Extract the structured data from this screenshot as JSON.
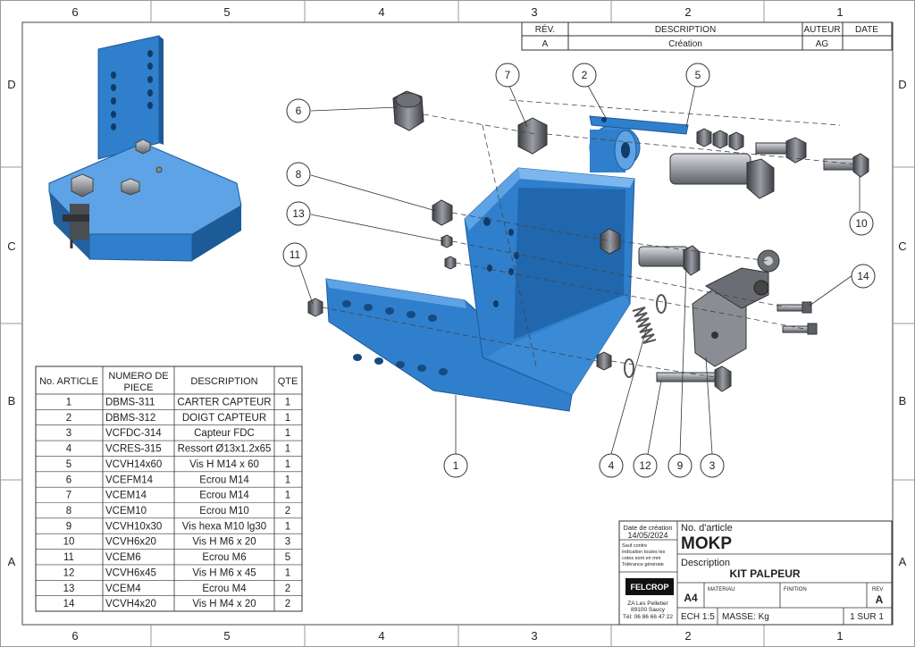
{
  "frame": {
    "columns": [
      "6",
      "5",
      "4",
      "3",
      "2",
      "1"
    ],
    "rows": [
      "D",
      "C",
      "B",
      "A"
    ]
  },
  "revision_table": {
    "headers": [
      "RÉV.",
      "DESCRIPTION",
      "AUTEUR",
      "DATE"
    ],
    "rows": [
      [
        "A",
        "Création",
        "AG",
        ""
      ]
    ]
  },
  "bom": {
    "headers": [
      "No. ARTICLE",
      "NUMERO DE PIECE",
      "DESCRIPTION",
      "QTE"
    ],
    "rows": [
      [
        "1",
        "DBMS-311",
        "CARTER CAPTEUR",
        "1"
      ],
      [
        "2",
        "DBMS-312",
        "DOIGT CAPTEUR",
        "1"
      ],
      [
        "3",
        "VCFDC-314",
        "Capteur FDC",
        "1"
      ],
      [
        "4",
        "VCRES-315",
        "Ressort Ø13x1.2x65",
        "1"
      ],
      [
        "5",
        "VCVH14x60",
        "Vis H M14 x 60",
        "1"
      ],
      [
        "6",
        "VCEFM14",
        "Ecrou M14",
        "1"
      ],
      [
        "7",
        "VCEM14",
        "Ecrou M14",
        "1"
      ],
      [
        "8",
        "VCEM10",
        "Ecrou M10",
        "2"
      ],
      [
        "9",
        "VCVH10x30",
        "Vis hexa M10 lg30",
        "1"
      ],
      [
        "10",
        "VCVH6x20",
        "Vis H M6 x 20",
        "3"
      ],
      [
        "11",
        "VCEM6",
        "Ecrou M6",
        "5"
      ],
      [
        "12",
        "VCVH6x45",
        "Vis H M6 x 45",
        "1"
      ],
      [
        "13",
        "VCEM4",
        "Ecrou M4",
        "2"
      ],
      [
        "14",
        "VCVH4x20",
        "Vis H M4 x 20",
        "2"
      ]
    ]
  },
  "balloons": [
    "1",
    "2",
    "3",
    "4",
    "5",
    "6",
    "7",
    "8",
    "9",
    "10",
    "11",
    "12",
    "13",
    "14"
  ],
  "title_block": {
    "date_label": "Date de création",
    "date": "14/05/2024",
    "note_1": "Sauf contre",
    "note_2": "indication toutes les",
    "note_3": "cotes sont en mm",
    "note_4": "Tolérance générale",
    "logo": "FELCROP",
    "address_1": "ZA Les Pelletier",
    "address_2": "89100 Saucy",
    "phone": "Tél: 06 86 66 47 22",
    "article_label": "No. d'article",
    "article": "MOKP",
    "desc_label": "Description",
    "desc": "KIT PALPEUR",
    "materiau_label": "MATERIAU",
    "finition_label": "FINITION",
    "rev_label": "REV",
    "rev": "A",
    "format": "A4",
    "scale": "ECH 1:5",
    "mass": "MASSE: Kg",
    "sheet": "1 SUR 1"
  },
  "colors": {
    "part_blue": "#2f7fcc",
    "part_dark": "#1d5a98",
    "part_light": "#5ea3e6",
    "hardware": "#8c9096",
    "line": "#333333"
  }
}
